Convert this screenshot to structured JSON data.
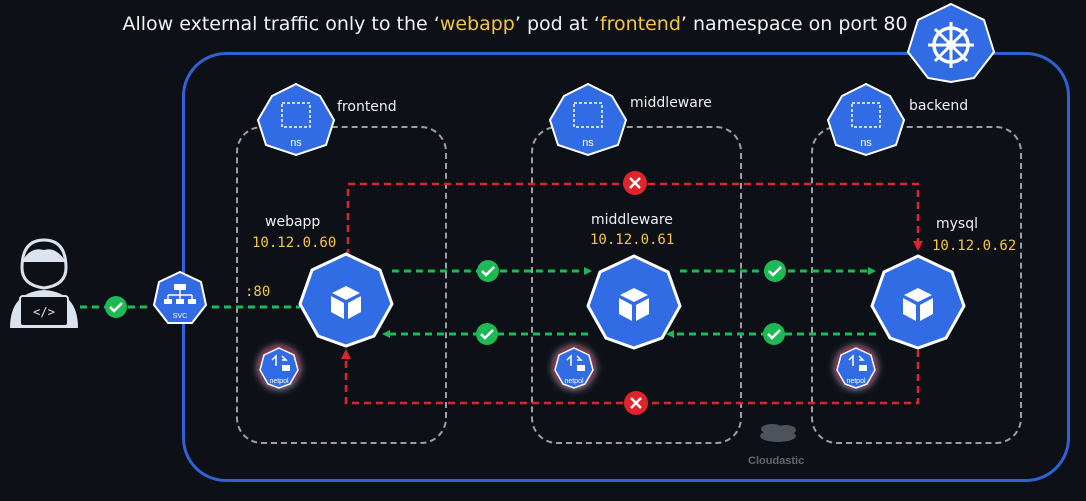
{
  "title": {
    "prefix": "Allow external traffic only to the ‘",
    "pod": "webapp",
    "middle": "’ pod at ‘",
    "namespace": "frontend",
    "suffix": "’ namespace on port 80"
  },
  "namespaces": [
    {
      "label": "frontend",
      "icon_text": "ns"
    },
    {
      "label": "middleware",
      "icon_text": "ns"
    },
    {
      "label": "backend",
      "icon_text": "ns"
    }
  ],
  "pods": [
    {
      "name": "webapp",
      "ip": "10.12.0.60"
    },
    {
      "name": "middleware",
      "ip": "10.12.0.61"
    },
    {
      "name": "mysql",
      "ip": "10.12.0.62"
    }
  ],
  "service": {
    "label": "SVC",
    "port": ":80"
  },
  "netpol_label": "netpol",
  "brand": "Cloudastic",
  "colors": {
    "allowed": "#1db954",
    "denied": "#e0242e",
    "k8s": "#326ce5",
    "highlight": "#f5c542"
  },
  "icons": [
    "user-developer-icon",
    "service-icon",
    "pod-cube-icon",
    "namespace-icon",
    "netpol-icon",
    "kubernetes-helm-icon",
    "check-icon",
    "cross-icon",
    "cloud-logo-icon"
  ]
}
